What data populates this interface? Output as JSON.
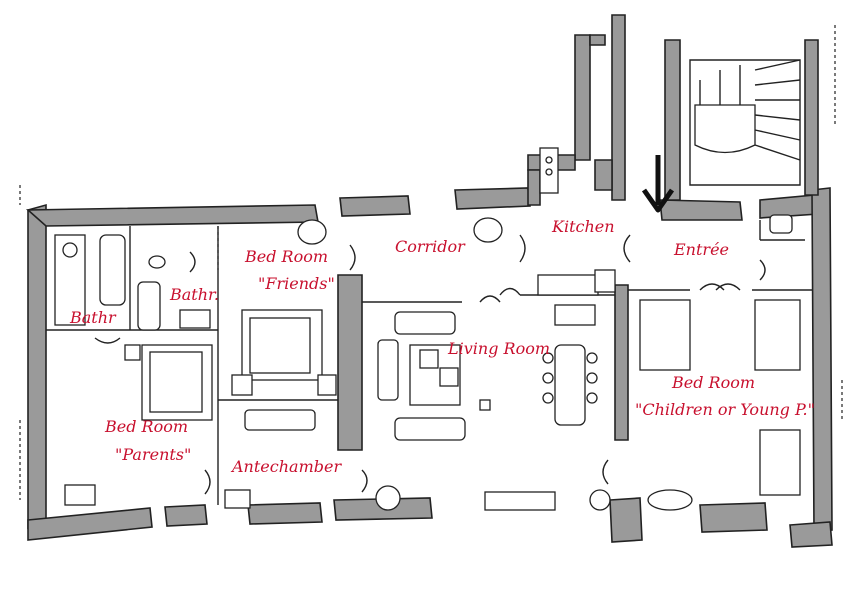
{
  "rooms": {
    "bathroom_left": "Bathr",
    "bathroom_small": "Bathr.",
    "bedroom_friends_title": "Bed Room",
    "bedroom_friends_sub": "\"Friends\"",
    "corridor": "Corridor",
    "kitchen": "Kitchen",
    "entree": "Entrée",
    "living_room": "Living Room",
    "bedroom_children_title": "Bed Room",
    "bedroom_children_sub": "\"Children or Young P.\"",
    "bedroom_parents_title": "Bed Room",
    "bedroom_parents_sub": "\"Parents\"",
    "antechamber": "Antechamber"
  },
  "colors": {
    "label": "#c8102e",
    "wall_fill": "#9a9a9a",
    "line": "#222222"
  },
  "icons": {
    "entry_arrow": "arrow-down-icon"
  }
}
